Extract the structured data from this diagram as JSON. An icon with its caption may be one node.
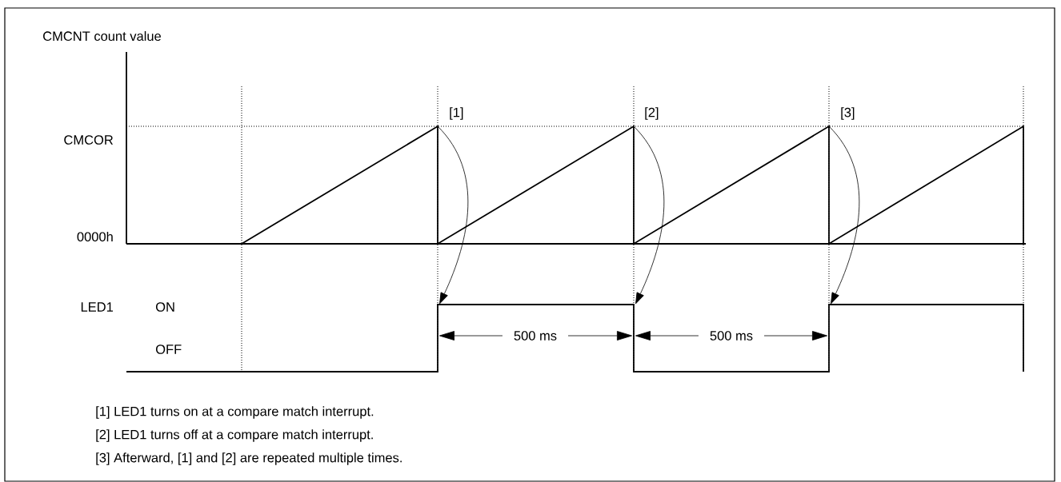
{
  "diagram": {
    "labels": [
      "CMCNT count value",
      "[1]",
      "[2]",
      "[3]",
      "CMCOR",
      "0000h",
      "LED1",
      "ON",
      "500 ms",
      "500 ms",
      "OFF",
      "[1]  LED1 turns on at a compare match interrupt.",
      "[2]  LED1 turns off at a compare match interrupt.",
      "[3]  Afterward, [1] and [2] are repeated multiple times."
    ]
  }
}
